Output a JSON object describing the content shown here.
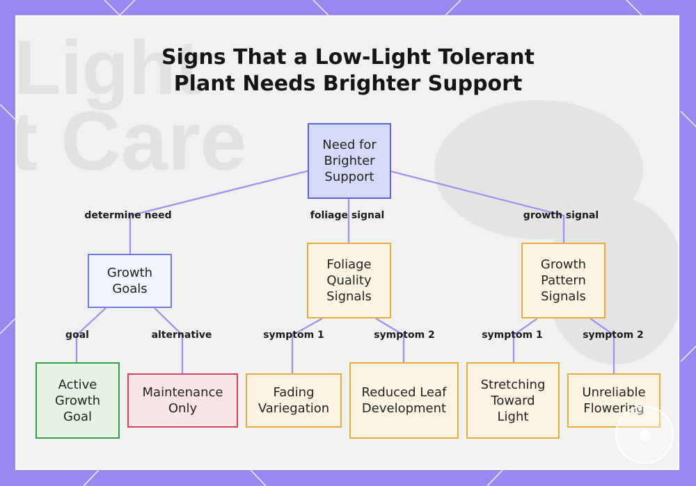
{
  "title_lines": [
    "Signs That a Low-Light Tolerant",
    "Plant Needs Brighter Support"
  ],
  "background_text": [
    "Light",
    "t Care"
  ],
  "colors": {
    "frame": "#9b87f0",
    "edge": "#a08ff0",
    "root_fill": "#d6daf9",
    "root_border": "#5b63d6",
    "goals_fill": "#f2f4fd",
    "goals_border": "#6f7ae0",
    "signal_fill": "#fcf3e2",
    "signal_border": "#e6ad3a",
    "active_fill": "#e6f4e6",
    "active_border": "#3a9a45",
    "maint_fill": "#fbe4e7",
    "maint_border": "#d8435a"
  },
  "nodes": {
    "root": "Need for Brighter Support",
    "growth_goals": "Growth Goals",
    "foliage_signals": "Foliage Quality Signals",
    "growth_signals": "Growth Pattern Signals",
    "active_goal": "Active Growth Goal",
    "maintenance": "Maintenance Only",
    "fading": "Fading Variegation",
    "reduced_leaf": "Reduced Leaf Development",
    "stretching": "Stretching Toward Light",
    "flowering": "Unreliable Flowering"
  },
  "edges": {
    "determine_need": "determine need",
    "foliage_signal": "foliage signal",
    "growth_signal": "growth signal",
    "goal": "goal",
    "alternative": "alternative",
    "foliage_symptom_1": "symptom 1",
    "foliage_symptom_2": "symptom 2",
    "growth_symptom_1": "symptom 1",
    "growth_symptom_2": "symptom 2"
  },
  "watermark_icon": "leaf-badge-icon"
}
